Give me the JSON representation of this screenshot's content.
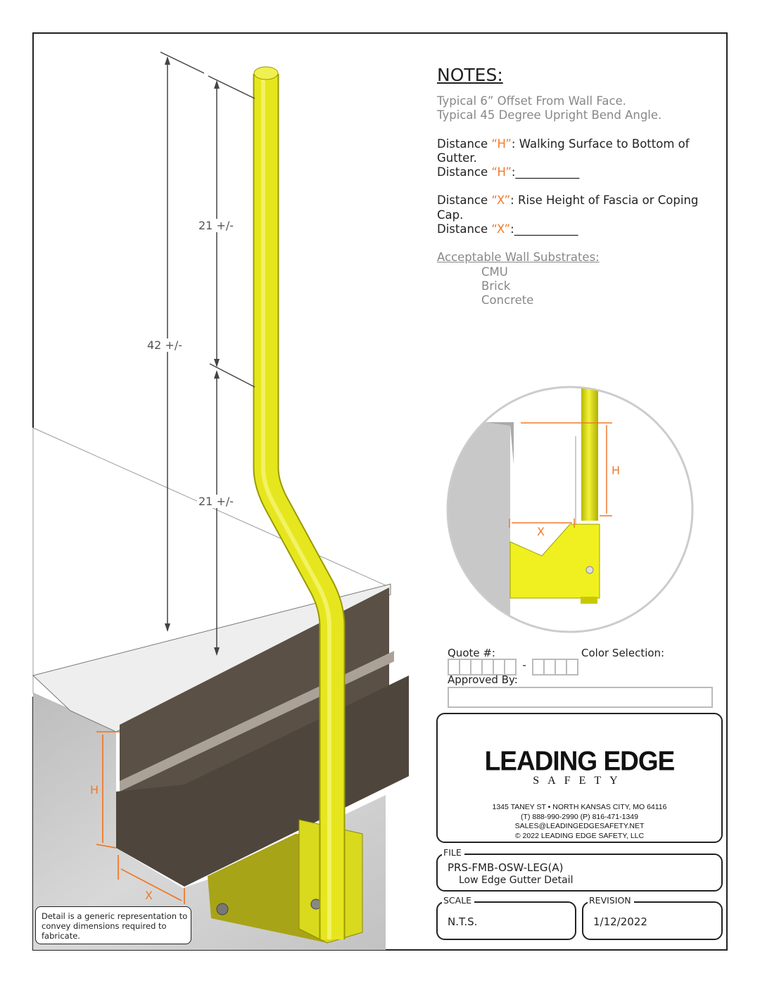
{
  "notes": {
    "title": "NOTES:",
    "line1": "Typical 6” Offset From Wall Face.",
    "line2": "Typical 45 Degree Upright Bend Angle.",
    "h_prefix": "Distance ",
    "h_var": "“H”",
    "h_desc": ": Walking Surface to Bottom of Gutter.",
    "h_blank": ":___________",
    "x_prefix": "Distance ",
    "x_var": "“X”",
    "x_desc": ": Rise Height of Fascia or Coping Cap.",
    "x_blank": ":___________",
    "substrates_title": "Acceptable Wall Substrates:",
    "substrates": [
      "CMU",
      "Brick",
      "Concrete"
    ]
  },
  "dimensions": {
    "total": "42 +/-",
    "upper": "21 +/-",
    "lower": "21 +/-",
    "h_label": "H",
    "x_label": "X",
    "detail_h": "H",
    "detail_x": "X"
  },
  "form": {
    "quote_label": "Quote #:",
    "quote_dash": "-",
    "color_label": "Color Selection:",
    "approved_label": "Approved By:",
    "approved_value": ""
  },
  "company": {
    "logo_line1": "LEADING EDGE",
    "logo_line2": "SAFETY",
    "address": "1345 TANEY ST • NORTH KANSAS CITY, MO 64116",
    "phone": "(T) 888-990-2990 (P) 816-471-1349",
    "email": "SALES@LEADINGEDGESAFETY.NET",
    "copyright": "© 2022 LEADING EDGE SAFETY, LLC"
  },
  "file": {
    "legend": "FILE",
    "code": "PRS-FMB-OSW-LEG(A)",
    "description": "Low Edge Gutter Detail"
  },
  "scale": {
    "legend": "SCALE",
    "value": "N.T.S."
  },
  "revision": {
    "legend": "REVISION",
    "value": "1/12/2022"
  },
  "disclaimer": "Detail is a generic representation to convey dimensions required to fabricate.",
  "colors": {
    "pole": "#e6e61e",
    "accent": "#f07a2a",
    "gutter": "#5a5045",
    "wall": "#c8c8c8"
  }
}
